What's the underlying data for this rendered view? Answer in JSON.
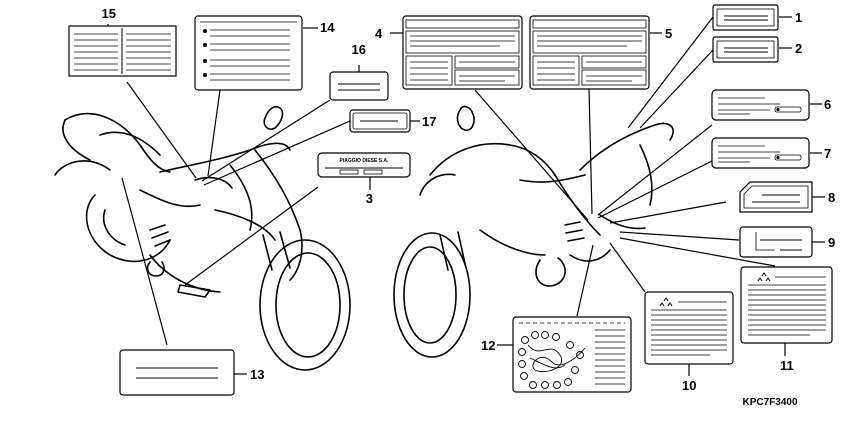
{
  "callouts": [
    {
      "id": "c1",
      "number": "1"
    },
    {
      "id": "c2",
      "number": "2"
    },
    {
      "id": "c3",
      "number": "3"
    },
    {
      "id": "c4",
      "number": "4"
    },
    {
      "id": "c5",
      "number": "5"
    },
    {
      "id": "c6",
      "number": "6"
    },
    {
      "id": "c7",
      "number": "7"
    },
    {
      "id": "c8",
      "number": "8"
    },
    {
      "id": "c9",
      "number": "9"
    },
    {
      "id": "c10",
      "number": "10"
    },
    {
      "id": "c11",
      "number": "11"
    },
    {
      "id": "c12",
      "number": "12"
    },
    {
      "id": "c13",
      "number": "13"
    },
    {
      "id": "c14",
      "number": "14"
    },
    {
      "id": "c15",
      "number": "15"
    },
    {
      "id": "c16",
      "number": "16"
    },
    {
      "id": "c17",
      "number": "17"
    }
  ],
  "label3_text": "PIAGGIO DIESE S.A.",
  "drawing_code": "KPC7F3400"
}
